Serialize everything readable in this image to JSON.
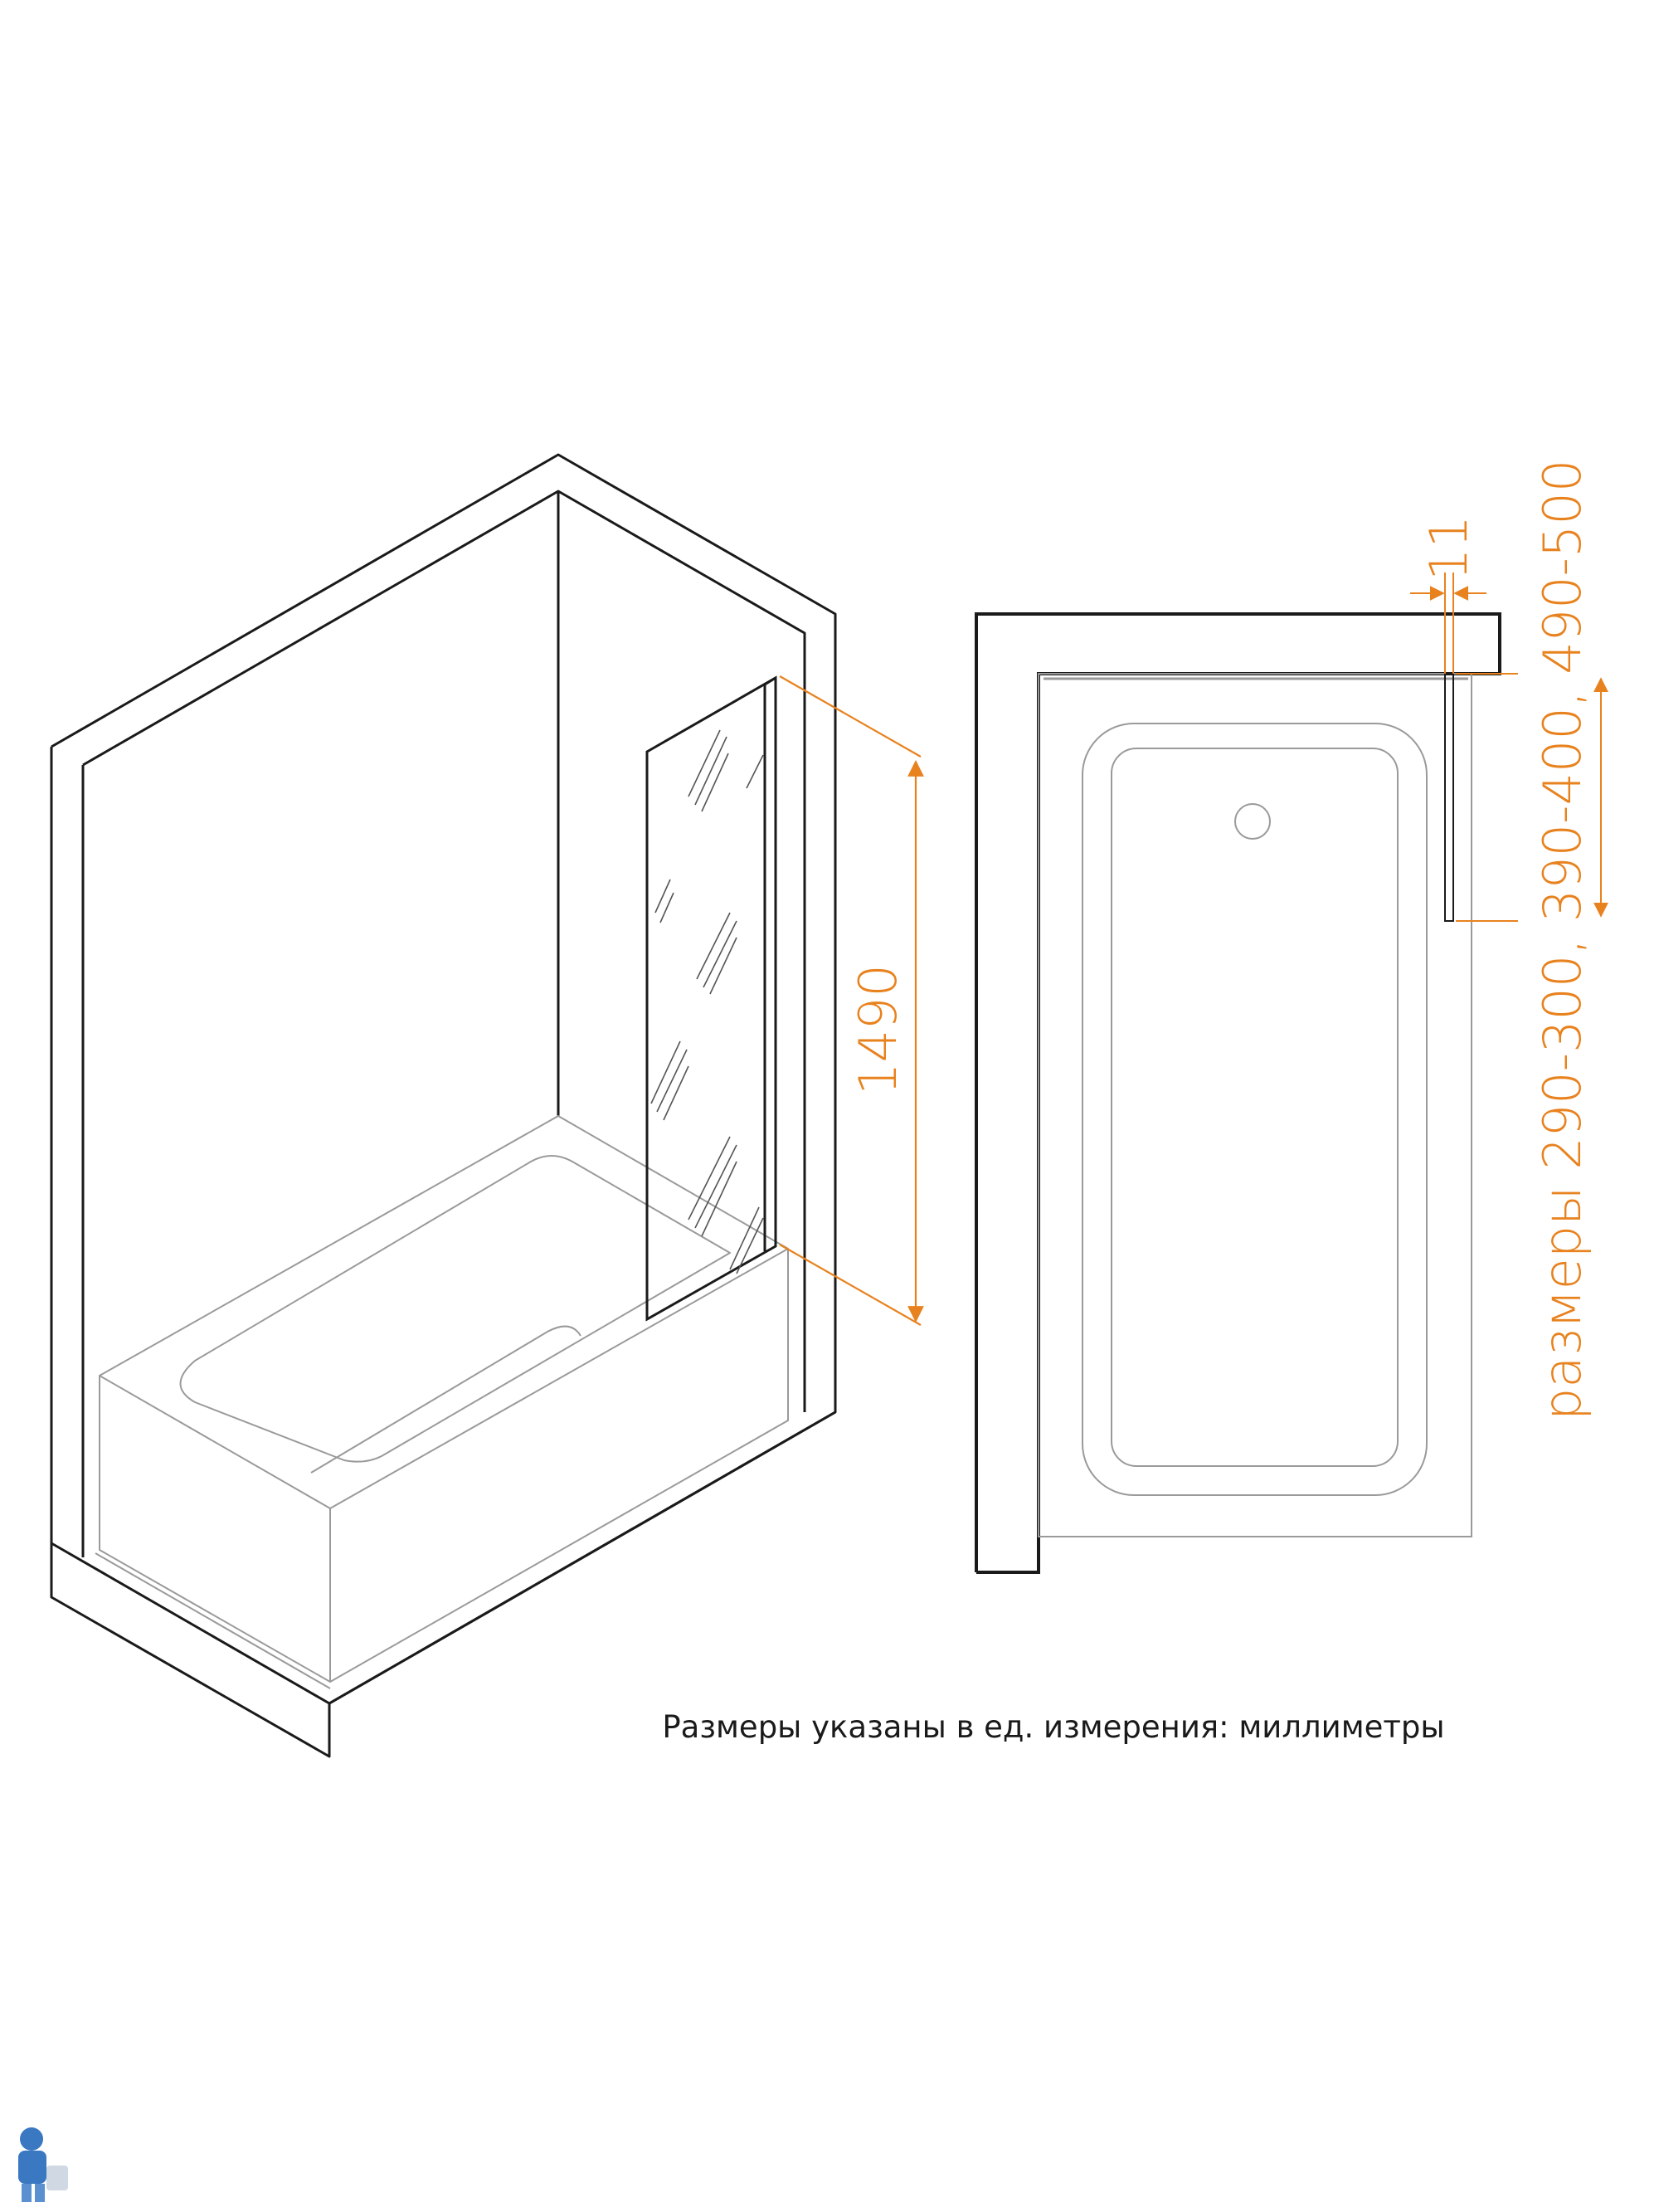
{
  "colors": {
    "line": "#1a1a1a",
    "thin_line": "#9a9a9a",
    "dimension": "#e8821e"
  },
  "dimensions": {
    "height": "1490",
    "thickness": "11",
    "width_options": "размеры 290-300, 390-400, 490-500"
  },
  "caption": "Размеры указаны в ед. измерения: миллиметры",
  "icons": {
    "watermark": "plumber-mascot-icon"
  }
}
